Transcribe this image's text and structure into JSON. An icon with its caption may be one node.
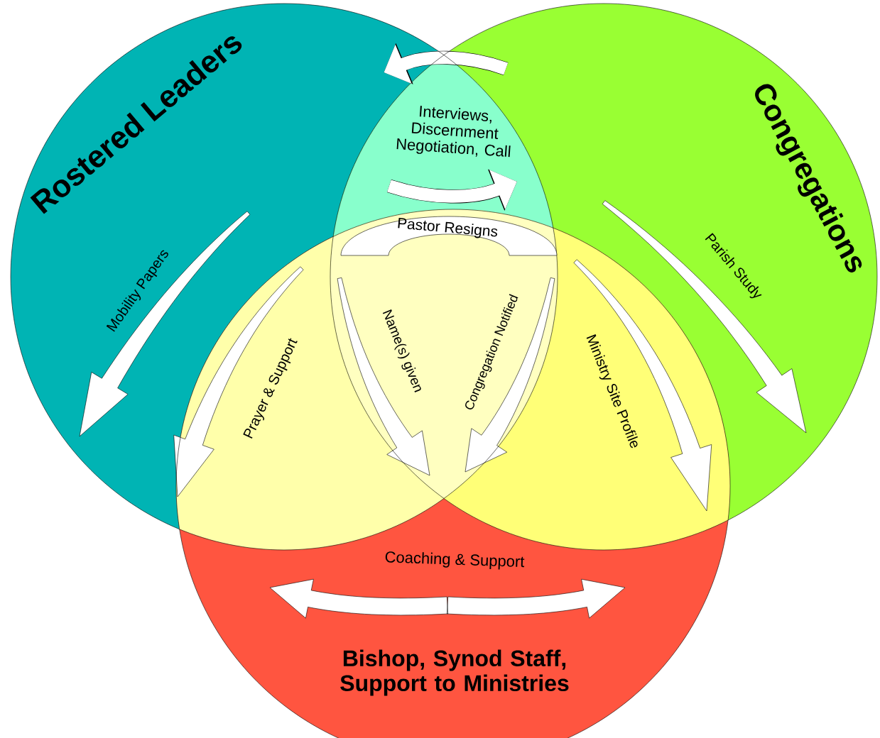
{
  "diagram": {
    "nodes": [
      {
        "text": [
          "Rostered Leaders"
        ]
      },
      {
        "text": [
          "Congregations"
        ]
      },
      {
        "text": [
          "Bishop, Synod Staff, Support to Ministries"
        ]
      }
    ],
    "edges": [
      {
        "from": 1,
        "to": 0,
        "arrow": "to"
      },
      {
        "from": 1,
        "to": 0,
        "arrow": "to"
      }
    ],
    "labels": [
      "Interviews, Discernment Negotiation, Call",
      "Pastor Resigns",
      "Mobility Papers",
      "Parish Study",
      "Prayer & Support",
      "Name(s) given",
      "Congregation Notified",
      "Ministry Site Profile",
      "Coaching & Support"
    ]
  }
}
